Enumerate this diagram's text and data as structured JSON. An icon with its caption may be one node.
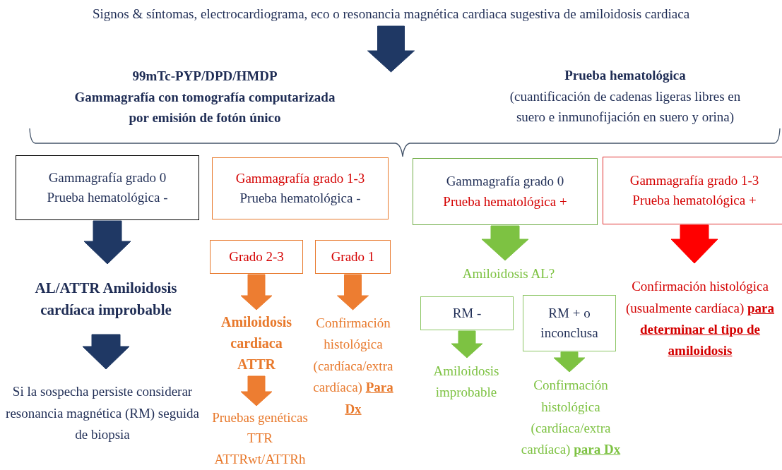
{
  "diagram": {
    "nodes": [
      {
        "text": [
          "Signos & síntomas, electrocardiograma, eco o resonancia magnética cardiaca sugestiva de amiloidosis cardiaca"
        ]
      },
      {
        "text": [
          "99mTc-PYP/DPD/HMDP",
          "Gammagrafía con tomografía computarizada por emisión de fotón único"
        ]
      },
      {
        "text": [
          "Prueba hematológica",
          "(cuantificación de cadenas ligeras libres en suero e inmunofijación en suero y orina)"
        ]
      },
      {
        "text": [
          "Gammagrafía grado 0",
          "Prueba hematológica -"
        ]
      },
      {
        "text": [
          "Gammagrafía grado 1-3",
          "Prueba hematológica -"
        ]
      },
      {
        "text": [
          "Gammagrafía grado 0",
          "Prueba hematológica +"
        ]
      },
      {
        "text": [
          "Gammagrafía grado 1-3",
          "Prueba hematológica +"
        ]
      },
      {
        "text": [
          "AL/ATTR Amiloidosis cardíaca improbable"
        ]
      },
      {
        "text": [
          "Si la sospecha persiste considerar resonancia magnética (RM) seguida de biopsia"
        ]
      },
      {
        "text": [
          "Grado 2-3"
        ]
      },
      {
        "text": [
          "Grado 1"
        ]
      },
      {
        "text": [
          "Amiloidosis cardiaca ATTR"
        ]
      },
      {
        "text": [
          "Pruebas genéticas TTR ATTRwt/ATTRh"
        ]
      },
      {
        "text": [
          "Confirmación histológica (cardíaca/extra cardíaca) **Para Dx**"
        ]
      },
      {
        "text": [
          "Amiloidosis AL?"
        ]
      },
      {
        "text": [
          "RM -"
        ]
      },
      {
        "text": [
          "RM + o inconclusa"
        ]
      },
      {
        "text": [
          "Amiloidosis improbable"
        ]
      },
      {
        "text": [
          "Confirmación histológica (cardíaca/extra cardíaca) **para Dx**"
        ]
      },
      {
        "text": [
          "Confirmación histológica (usualmente cardíaca) **para determinar el tipo de amiloidosis**"
        ]
      }
    ],
    "edges": [
      {
        "from": 0,
        "to": null,
        "arrow": "to",
        "style": "thick",
        "color": "#1f3864"
      },
      {
        "from": 3,
        "to": 7,
        "arrow": "to",
        "style": "thick",
        "color": "#1f3864"
      },
      {
        "from": 7,
        "to": 8,
        "arrow": "to",
        "style": "thick",
        "color": "#1f3864"
      },
      {
        "from": 9,
        "to": 11,
        "arrow": "to",
        "style": "thick",
        "color": "#ed7d31"
      },
      {
        "from": 11,
        "to": 12,
        "arrow": "to",
        "style": "thick",
        "color": "#ed7d31"
      },
      {
        "from": 10,
        "to": 13,
        "arrow": "to",
        "style": "thick",
        "color": "#ed7d31"
      },
      {
        "from": 5,
        "to": 14,
        "arrow": "to",
        "style": "thick",
        "color": "#7dc242"
      },
      {
        "from": 15,
        "to": 17,
        "arrow": "to",
        "style": "thick",
        "color": "#7dc242"
      },
      {
        "from": 16,
        "to": 18,
        "arrow": "to",
        "style": "thick",
        "color": "#7dc242"
      },
      {
        "from": 6,
        "to": 19,
        "arrow": "to",
        "style": "thick",
        "color": "#ff0000"
      }
    ]
  }
}
